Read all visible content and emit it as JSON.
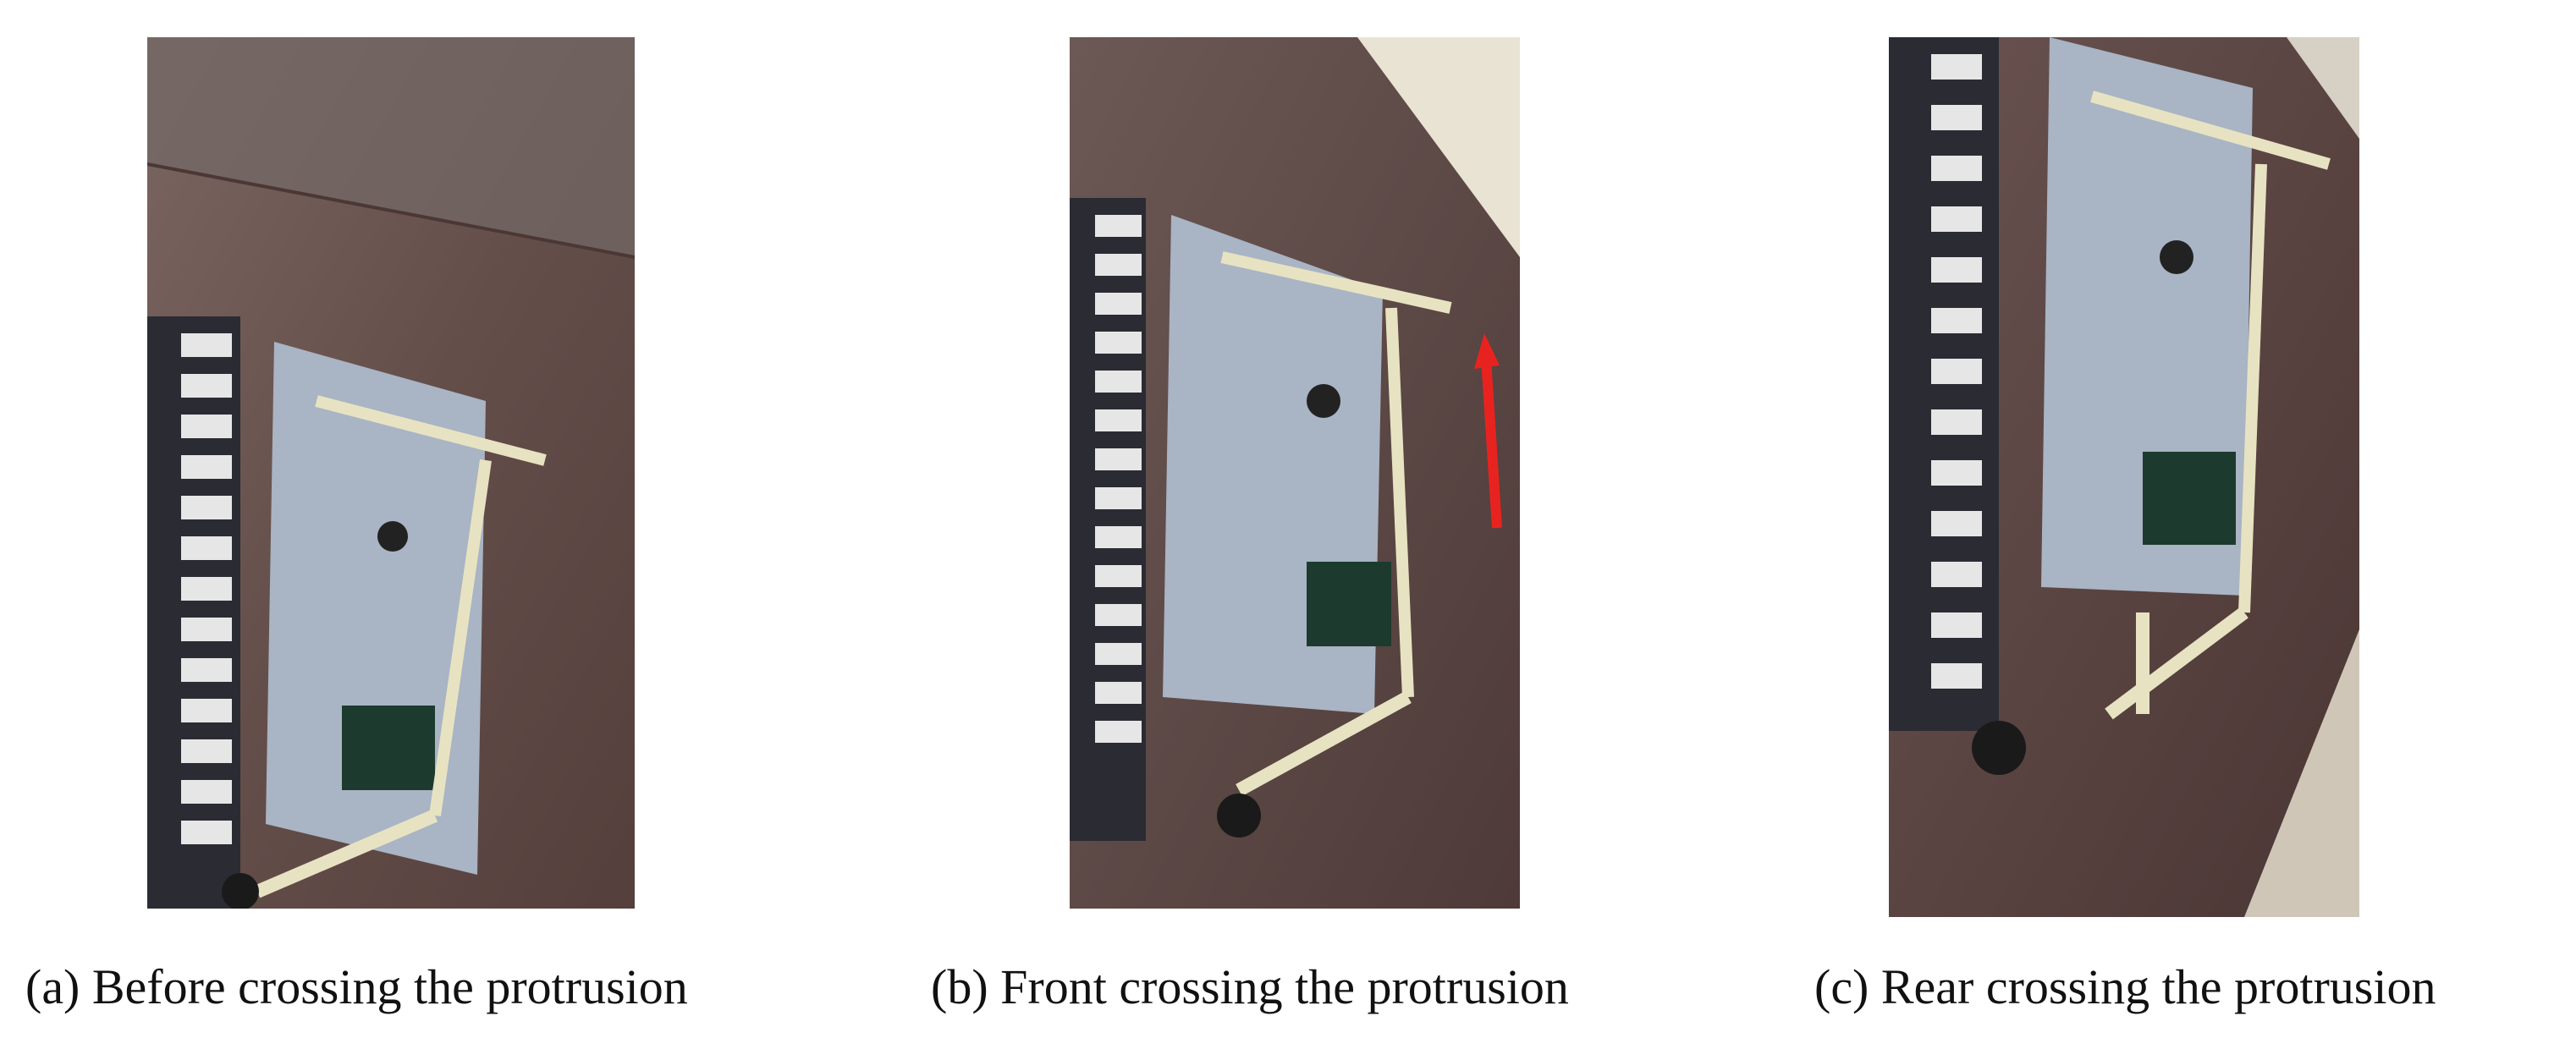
{
  "figure": {
    "panels": [
      {
        "id": "a",
        "caption": "(a) Before crossing the protrusion",
        "shows_arrow": false
      },
      {
        "id": "b",
        "caption": "(b) Front crossing the protrusion",
        "shows_arrow": true,
        "arrow_color": "#e8231f"
      },
      {
        "id": "c",
        "caption": "(c) Rear crossing the protrusion",
        "shows_arrow": false
      }
    ],
    "colors": {
      "wall": "#6b5450",
      "robot_plate": "#a9b4c4",
      "track": "#2b2b33",
      "arm": "#e7e3c2",
      "arrow": "#e8231f"
    }
  }
}
